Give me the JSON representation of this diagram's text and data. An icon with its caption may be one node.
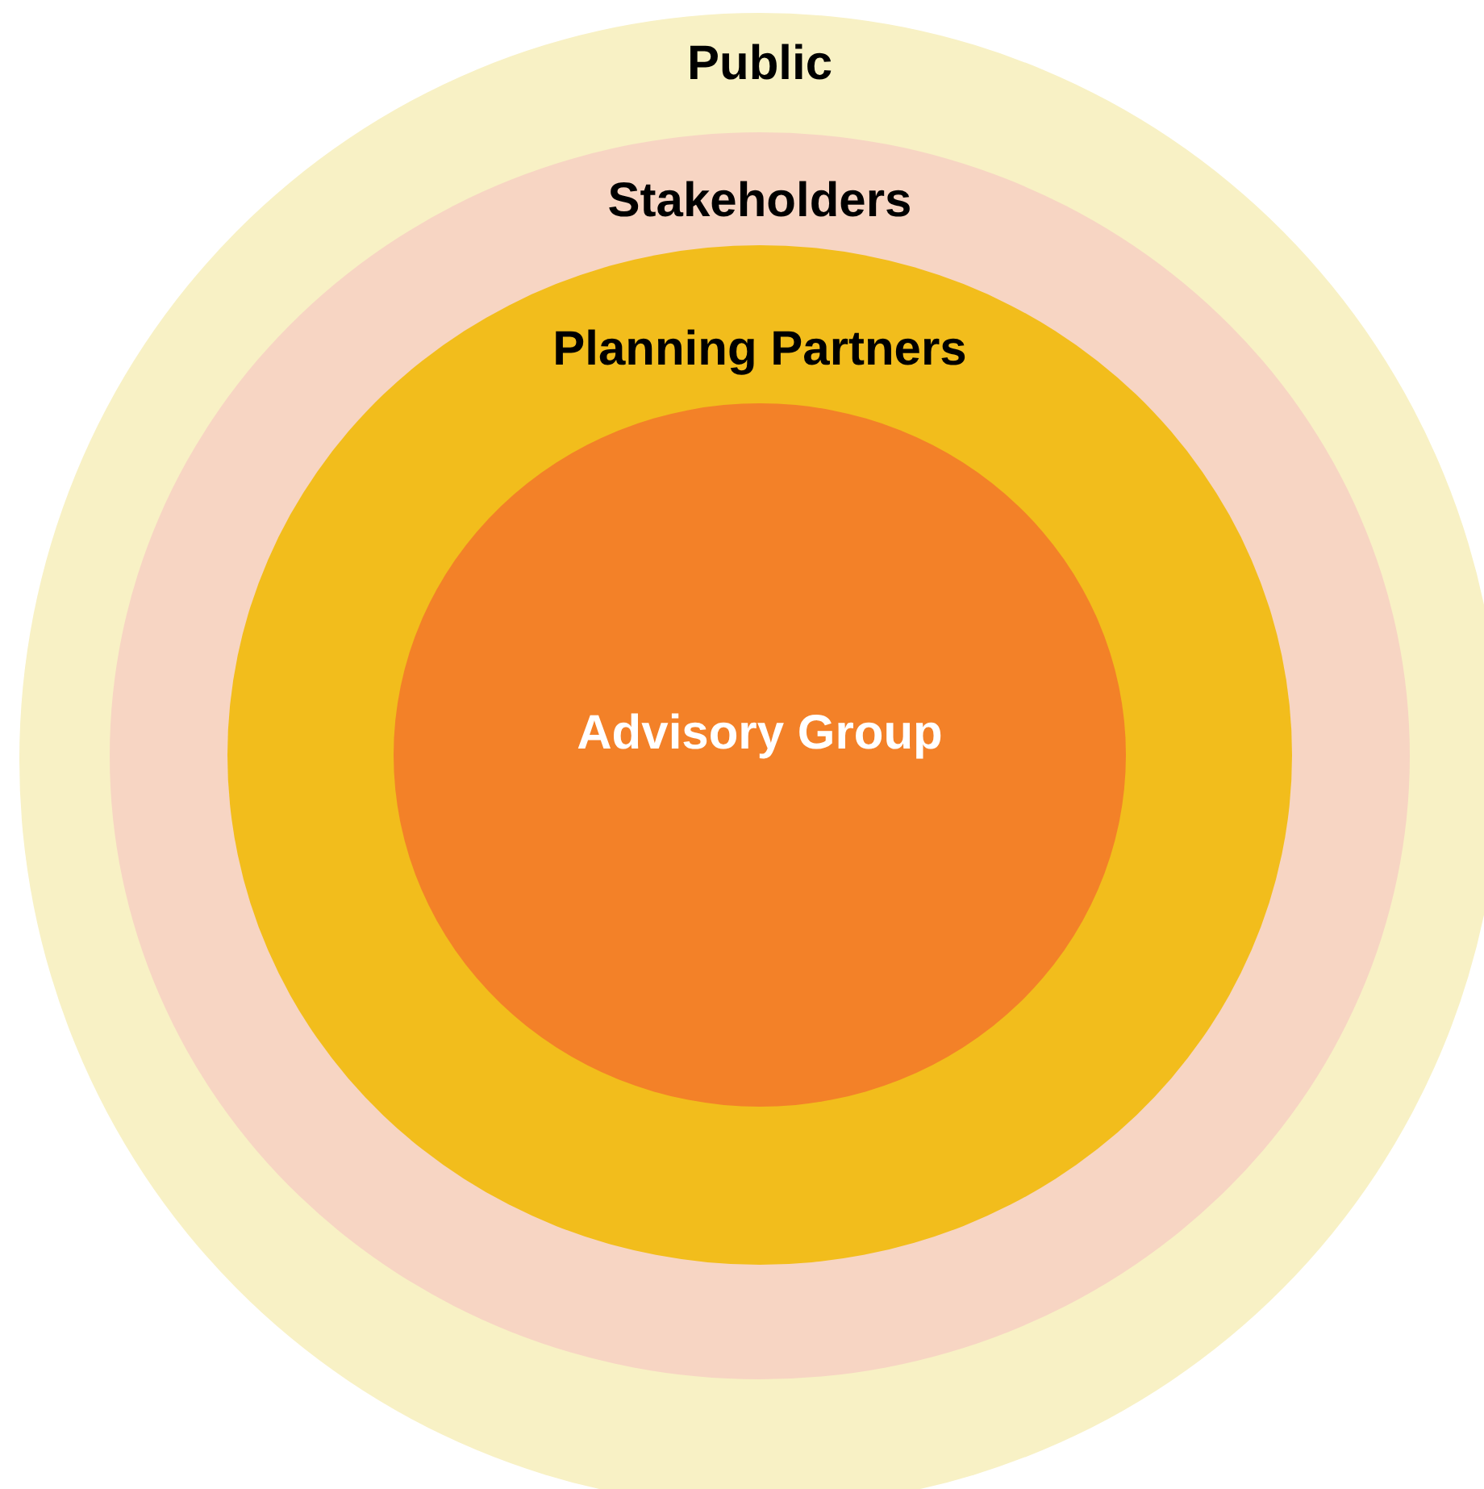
{
  "diagram": {
    "nodes": [
      {
        "text": [
          "Public"
        ]
      },
      {
        "text": [
          "Stakeholders"
        ],
        "in": 0
      },
      {
        "text": [
          "Planning Partners"
        ],
        "in": 1
      },
      {
        "text": [
          "Advisory Group"
        ],
        "in": 2
      }
    ]
  }
}
